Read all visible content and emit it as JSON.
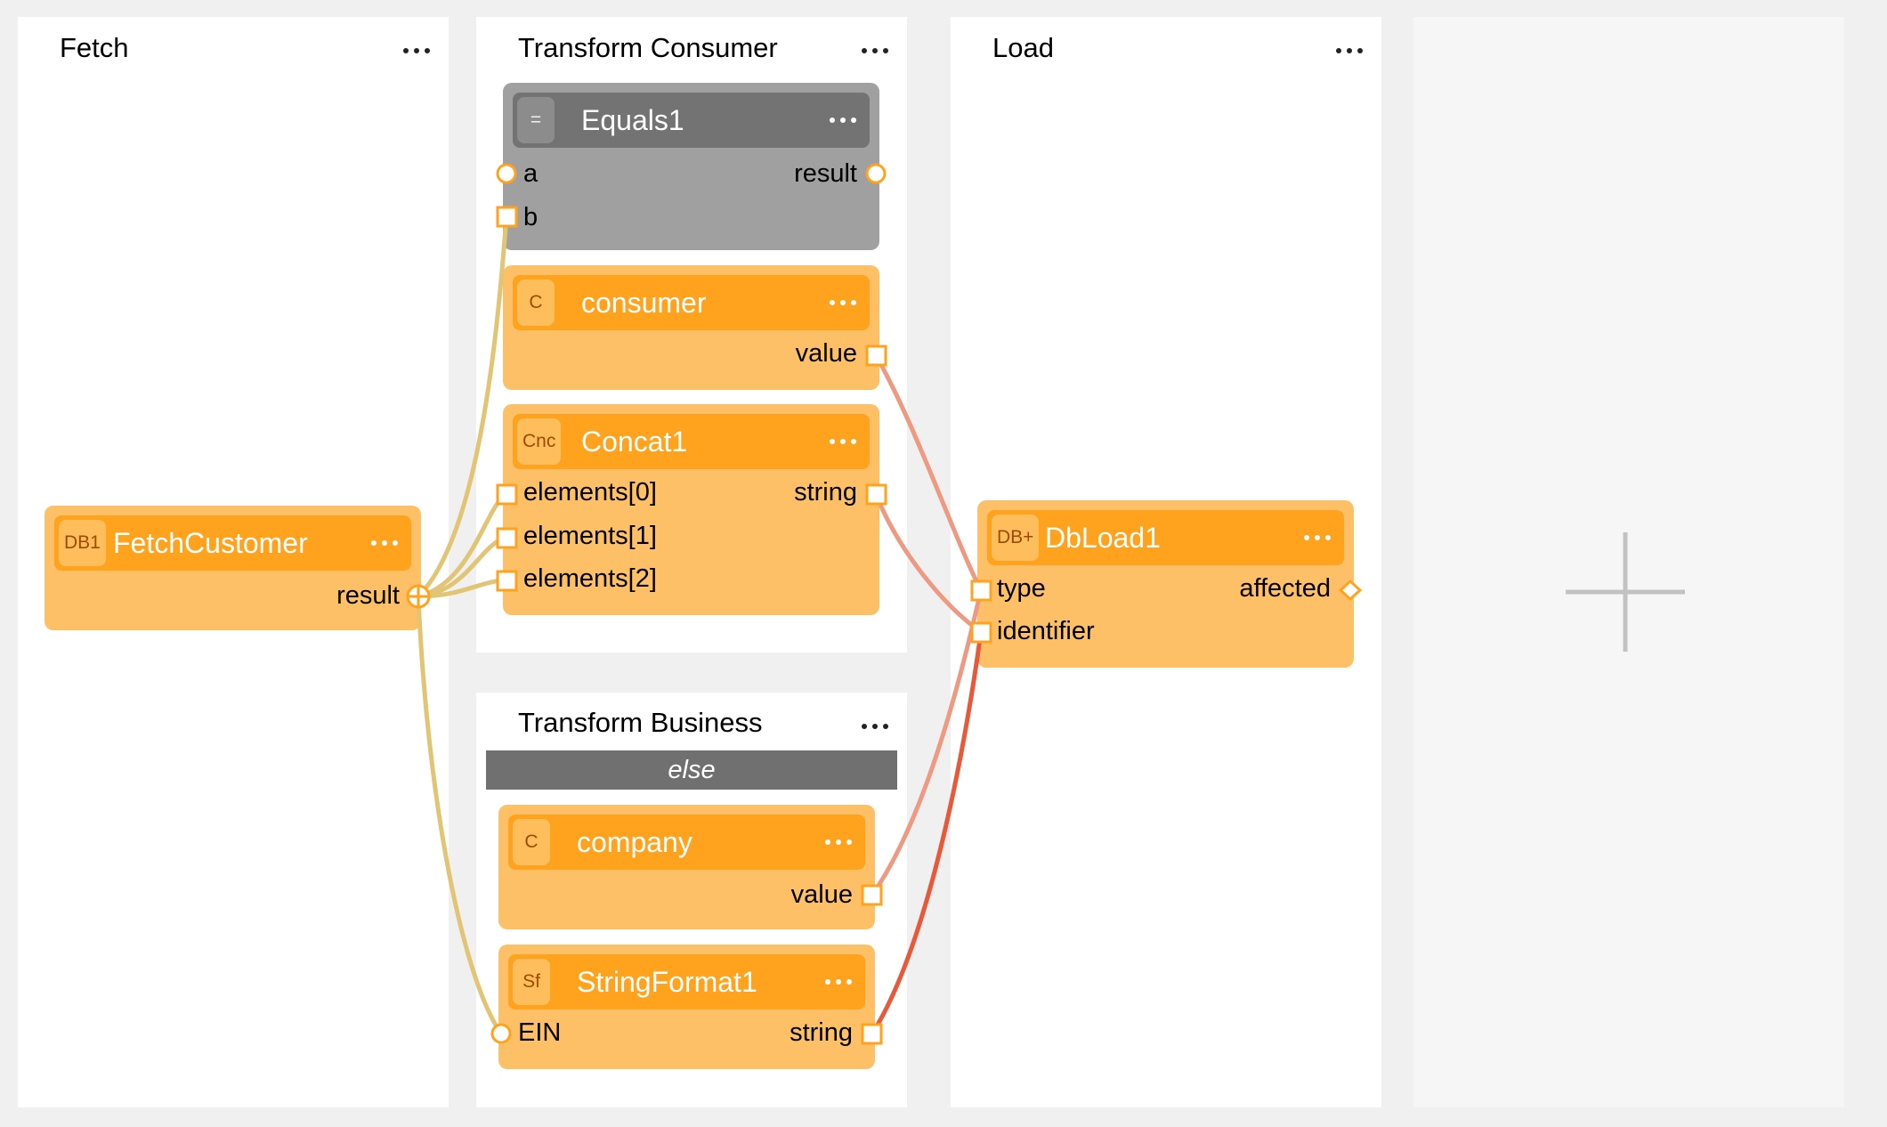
{
  "columns": [
    {
      "title": "Fetch"
    },
    {
      "title": "Transform Consumer"
    },
    {
      "title": "Transform Business"
    },
    {
      "title": "Load"
    }
  ],
  "else_label": "else",
  "nodes": {
    "equals1": {
      "badge": "=",
      "title": "Equals1",
      "ports": {
        "a": "a",
        "b": "b",
        "result": "result"
      }
    },
    "consumer": {
      "badge": "C",
      "title": "consumer",
      "ports": {
        "value": "value"
      }
    },
    "concat1": {
      "badge": "Cnc",
      "title": "Concat1",
      "ports": {
        "e0": "elements[0]",
        "e1": "elements[1]",
        "e2": "elements[2]",
        "string": "string"
      }
    },
    "fetch_customer": {
      "badge": "DB1",
      "title": "FetchCustomer",
      "ports": {
        "result": "result"
      }
    },
    "dbload1": {
      "badge": "DB+",
      "title": "DbLoad1",
      "ports": {
        "type": "type",
        "identifier": "identifier",
        "affected": "affected"
      }
    },
    "company": {
      "badge": "C",
      "title": "company",
      "ports": {
        "value": "value"
      }
    },
    "string_format1": {
      "badge": "Sf",
      "title": "StringFormat1",
      "ports": {
        "ein": "EIN",
        "string": "string"
      }
    }
  },
  "colors": {
    "node_body": "#fec066",
    "node_header": "#ffa31f",
    "gray_body": "#a0a0a0",
    "gray_header": "#737373",
    "wire_gold": "#e2c574",
    "wire_salmon": "#ee9a82",
    "wire_red": "#e8593a"
  },
  "icons": {
    "menu": "more-dots-icon",
    "add": "plus-icon"
  }
}
